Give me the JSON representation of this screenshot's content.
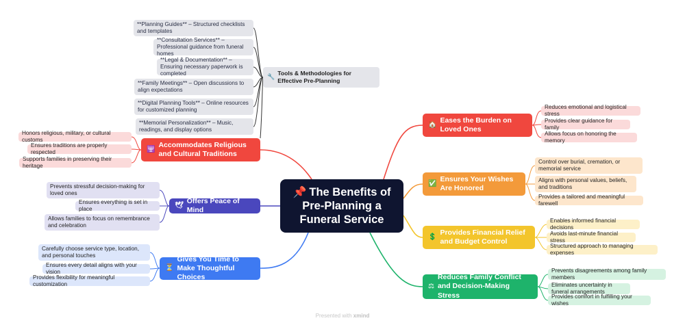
{
  "central": {
    "icon": "📌",
    "icon_name": "pushpin-icon",
    "title": "The Benefits of Pre-Planning a Funeral Service"
  },
  "tools": {
    "icon": "🔧",
    "icon_name": "wrench-icon",
    "label": "Tools & Methodologies for Effective Pre-Planning",
    "items": [
      "**Planning Guides** – Structured checklists and templates",
      "**Consultation Services** – Professional guidance from funeral homes",
      "**Legal & Documentation** – Ensuring necessary paperwork is completed",
      "**Family Meetings** – Open discussions to align expectations",
      "**Digital Planning Tools** – Online resources for customized planning",
      "**Memorial Personalization** – Music, readings, and display options"
    ]
  },
  "branches": [
    {
      "id": "burden",
      "color": "#f0473e",
      "icon": "🏠",
      "icon_name": "house-icon",
      "label": "Eases the Burden on Loved Ones",
      "items": [
        "Reduces emotional and logistical stress",
        "Provides clear guidance for family",
        "Allows focus on honoring the memory"
      ]
    },
    {
      "id": "wishes",
      "color": "#f39a3a",
      "icon": "✅",
      "icon_name": "check-icon",
      "label": "Ensures Your Wishes Are Honored",
      "items": [
        "Control over burial, cremation, or memorial service",
        "Aligns with personal values, beliefs, and traditions",
        "Provides a tailored and meaningful farewell"
      ]
    },
    {
      "id": "financial",
      "color": "#f3c52c",
      "icon": "💲",
      "icon_name": "money-icon",
      "label": "Provides Financial Relief and Budget Control",
      "items": [
        "Enables informed financial decisions",
        "Avoids last-minute financial stress",
        "Structured approach to managing expenses"
      ]
    },
    {
      "id": "conflict",
      "color": "#1eb36b",
      "icon": "⚖",
      "icon_name": "scales-icon",
      "label": "Reduces Family Conflict and Decision-Making Stress",
      "items": [
        "Prevents disagreements among family members",
        "Eliminates uncertainty in funeral arrangements",
        "Provides comfort in fulfilling your wishes"
      ]
    },
    {
      "id": "religious",
      "color": "#f0473e",
      "icon": "🕎",
      "icon_name": "religion-icon",
      "label": "Accommodates Religious and Cultural Traditions",
      "items": [
        "Honors religious, military, or cultural customs",
        "Ensures traditions are properly respected",
        "Supports families in preserving their heritage"
      ]
    },
    {
      "id": "peace",
      "color": "#4a47bd",
      "icon": "🕊",
      "icon_name": "dove-icon",
      "label": "Offers Peace of Mind",
      "items": [
        "Prevents stressful decision-making for loved ones",
        "Ensures everything is set in place",
        "Allows families to focus on remembrance and celebration"
      ]
    },
    {
      "id": "time",
      "color": "#3e7af2",
      "icon": "⏳",
      "icon_name": "hourglass-icon",
      "label": "Gives You Time to Make Thoughtful Choices",
      "items": [
        "Carefully choose service type, location, and personal touches",
        "Ensures every detail aligns with your vision",
        "Provides flexibility for meaningful customization"
      ]
    }
  ],
  "footer": {
    "prefix": "Presented with",
    "brand": "xmind"
  }
}
